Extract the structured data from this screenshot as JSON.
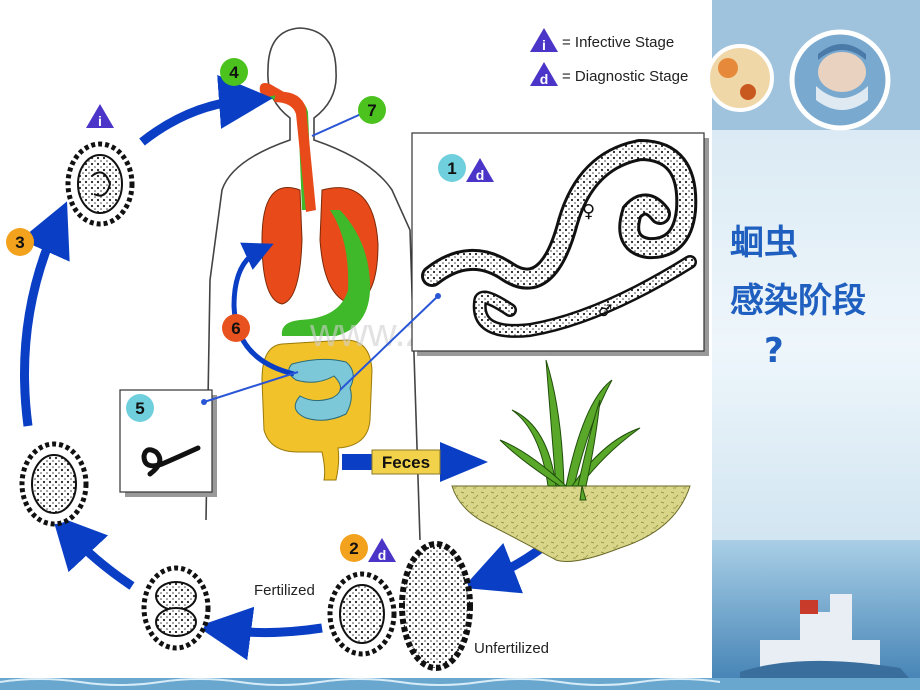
{
  "legend": {
    "infective_symbol": "i",
    "infective_text": "= Infective Stage",
    "diagnostic_symbol": "d",
    "diagnostic_text": "= Diagnostic Stage"
  },
  "stages": {
    "s1": "1",
    "s2": "2",
    "s3": "3",
    "s4": "4",
    "s5": "5",
    "s6": "6",
    "s7": "7"
  },
  "stage_symbols": {
    "s1": "d",
    "s2": "d",
    "s3": "i"
  },
  "labels": {
    "feces": "Feces",
    "fertilized": "Fertilized",
    "unfertilized": "Unfertilized",
    "female_symbol": "♀",
    "male_symbol": "♂"
  },
  "watermark": "www.zixin.com.cn",
  "side_title": {
    "line1": "蛔虫",
    "line2": "感染阶段",
    "line3": "?"
  },
  "colors": {
    "arrow_blue": "#0a3ec4",
    "lung_red": "#e84a1a",
    "gut_green": "#3fb82a",
    "small_intestine": "#7cc8d8",
    "large_intestine": "#f2c22a",
    "badge_green": "#4cc21e",
    "badge_orange": "#f3a21e",
    "badge_cyan": "#6fcfdc",
    "badge_red": "#e8521e",
    "triangle_purple": "#4a35c8",
    "title_blue": "#1f5fbf"
  }
}
